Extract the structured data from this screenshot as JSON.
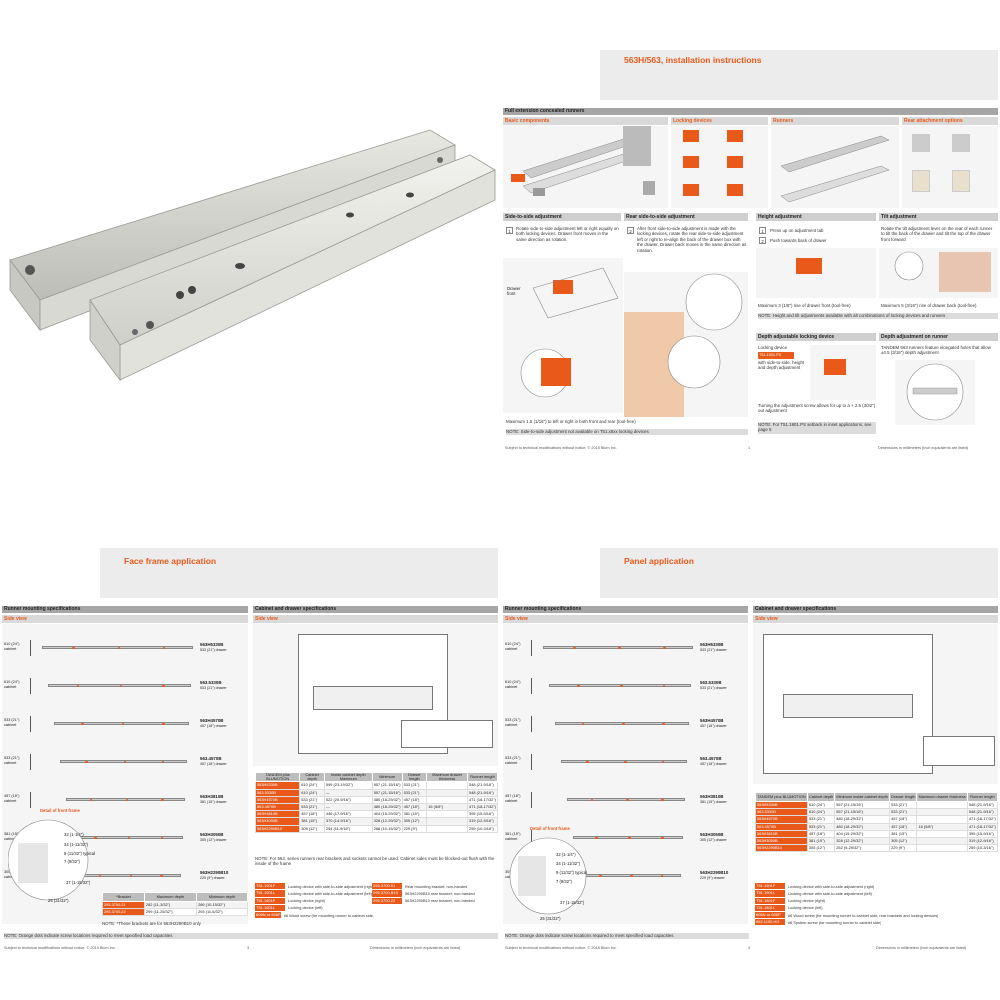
{
  "page1": {
    "title": "563H/563, installation instructions",
    "section": "Full extension concealed runners",
    "sub": {
      "basic": "Basic components",
      "locking": "Locking devices",
      "runners": "Runners",
      "rear": "Rear attachment options"
    },
    "side_adj": {
      "title": "Side-to-side adjustment",
      "step1": "Rotate side-to-side adjustment left or right equally on both locking devices. Drawer front moves in the same direction as rotation.",
      "drawer_front": "Drawer front",
      "max": "Maximum 1.5 (1/16\") to left or right in both front and rear (tool-free)",
      "note": "NOTE: Side-to-side adjustment not available on T51.x8xx locking devices"
    },
    "rear_adj": {
      "title": "Rear side-to-side adjustment",
      "step2": "After front side-to-side adjustment is made with the locking devices, rotate the rear side-to-side adjustment left or right to re-align the back of the drawer box with the drawer. Drawer back moves in the same direction as rotation."
    },
    "height_adj": {
      "title": "Height adjustment",
      "step1": "Press up on adjustment tab",
      "step2": "Push towards back of drawer",
      "max": "Maximum 3 (1/8\") rise of drawer front (tool-free)"
    },
    "tilt_adj": {
      "title": "Tilt adjustment",
      "text": "Rotate the tilt adjustment lever on the rear of each runner to tilt the back of the drawer and tilt the top of the drawer front forward",
      "max": "Maximum 5 (3/16\") rise of drawer back (tool-free)"
    },
    "note_height": "NOTE: Height and tilt adjustments available with all combinations of locking devices and runners",
    "depth_lock": {
      "title": "Depth adjustable locking device",
      "code": "T51.1901.PS",
      "text_a": "Locking device",
      "text_b": "with side-to-side, height and depth adjustment",
      "turn": "Turning the adjustment screw allows for up to a + 2.5 (3/32\") out adjustment",
      "note": "NOTE: For T51.1901.PS setback in inset applications, see page 5"
    },
    "depth_runner": {
      "title": "Depth adjustment on runner",
      "text": "TANDEM 563 runners feature elongated holes that allow ±4.5 (3/16\") depth adjustment"
    },
    "foot_left": "Subject to technical modifications without notice. © 2015 Blum Inc.",
    "page_no": "1",
    "foot_right": "Dimensions in millimeters (inch equivalents are listed)"
  },
  "page3": {
    "title": "Face frame application",
    "left_section": "Runner mounting specifications",
    "right_section": "Cabinet and drawer specifications",
    "side_view": "Side view",
    "models": [
      {
        "code": "563H5330B",
        "desc": "533 (21\") drawer"
      },
      {
        "code": "563.5330B",
        "desc": "533 (21\") drawer"
      },
      {
        "code": "563H4570B",
        "desc": "457 (18\") drawer"
      },
      {
        "code": "563.4570B",
        "desc": "457 (18\") drawer"
      },
      {
        "code": "563H3810B",
        "desc": "381 (15\") drawer"
      },
      {
        "code": "563H3050B",
        "desc": "305 (12\") drawer"
      },
      {
        "code": "563H2290B10",
        "desc": "229 (9\") drawer"
      }
    ],
    "cabinets": [
      "610 (24\") cabinet",
      "610 (24\") cabinet",
      "533 (21\") cabinet",
      "533 (21\") cabinet",
      "457 (18\") cabinet",
      "381 (15\") cabinet",
      "305 (12\") cabinet"
    ],
    "detail_title": "Detail of front frame",
    "detail_dims": [
      "32 (1-1/4\")",
      "34 (1-11/32\")",
      "9 (11/32\") typical",
      "7 (9/32\")",
      "37 (1-15/32\")",
      "25 (31/32\")"
    ],
    "bracket_table": {
      "headers": [
        "*Bracket",
        "Maximum depth",
        "Minimum depth"
      ],
      "rows": [
        [
          "295.3700.21",
          "282 (11-3/32\")",
          "266 (10-15/32\")"
        ],
        [
          "295.3700.22",
          "299 (11-25/32\")",
          "293 (11-5/32\")"
        ]
      ],
      "note": "NOTE: *These brackets are for 563H2290B10 only"
    },
    "spec_table": {
      "headers": [
        "TANDEM plus BLUMOTION",
        "Cabinet depth",
        "Inside cabinet depth Maximum",
        "Minimum",
        "Drawer length",
        "Maximum drawer thickness",
        "Runner length"
      ],
      "rows": [
        [
          "563H5330B",
          "610 (24\")",
          "599 (23-19/32\")",
          "557 (21-15/16\")",
          "533 (21\")",
          "",
          "548 (21-9/16\")"
        ],
        [
          "563.5330B",
          "610 (24\")",
          "—",
          "557 (21-15/16\")",
          "533 (21\")",
          "",
          "548 (21-9/16\")"
        ],
        [
          "563H4570B",
          "533 (21\")",
          "522 (20-9/16\")",
          "480 (18-29/32\")",
          "457 (18\")",
          "",
          "471 (18-17/32\")"
        ],
        [
          "563.4570B",
          "533 (21\")",
          "—",
          "480 (18-29/32\")",
          "457 (18\")",
          "16 (5/8\")",
          "471 (18-17/32\")"
        ],
        [
          "563H3810B",
          "457 (18\")",
          "446 (17-9/16\")",
          "404 (15-29/32\")",
          "381 (15\")",
          "",
          "395 (15-9/16\")"
        ],
        [
          "563H3050B",
          "381 (15\")",
          "370 (14-9/16\")",
          "328 (12-29/32\")",
          "305 (12\")",
          "",
          "319 (12-9/16\")"
        ],
        [
          "563H2290B10",
          "305 (12\")",
          "294 (11-9/16\")",
          "266 (10-15/32\")",
          "229 (9\")",
          "",
          "259 (10-3/16\")"
        ]
      ],
      "note": "NOTE: For 563, series runners rear brackets and sockets cannot be used. Cabinet sides must be blocked-out flush with the inside of the frame"
    },
    "accessories": [
      {
        "code": "T51.1901F",
        "text": "Locking device with side-to-side adjustment (right)"
      },
      {
        "code": "T51.1901L",
        "text": "Locking device with side-to-side adjustment (left)"
      },
      {
        "code": "T51.1801F",
        "text": "Locking device (right)"
      },
      {
        "code": "T51.1801L",
        "text": "Locking device (left)"
      },
      {
        "code": "606N or 606P",
        "text": "#6 Wood screw (for mounting runner to cabinet side, rear brackets and locking devices)"
      }
    ],
    "accessories_right": [
      {
        "code": "295.3700.01",
        "text": "Rear mounting bracket, non-handed"
      },
      {
        "code": "295.3700.B10",
        "text": "563H2290B10 rear bracket, non-handed"
      },
      {
        "code": "295.3700.22",
        "text": "563H2290B10 rear bracket, non-handed"
      }
    ],
    "note_orange": "NOTE: Orange dots indicate screw locations required to meet specified load capacities",
    "foot_left": "Subject to technical modifications without notice. © 2015 Blum Inc.",
    "page_no": "3",
    "foot_right": "Dimensions in millimeters (inch equivalents are listed)"
  },
  "page4": {
    "title": "Panel application",
    "left_section": "Runner mounting specifications",
    "right_section": "Cabinet and drawer specifications",
    "side_view": "Side view",
    "models": [
      {
        "code": "563H5330B",
        "desc": "533 (21\") drawer"
      },
      {
        "code": "563.5330B",
        "desc": "533 (21\") drawer"
      },
      {
        "code": "563H4570B",
        "desc": "457 (18\") drawer"
      },
      {
        "code": "563.4570B",
        "desc": "457 (18\") drawer"
      },
      {
        "code": "563H3810B",
        "desc": "381 (15\") drawer"
      },
      {
        "code": "563H3050B",
        "desc": "305 (12\") drawer"
      },
      {
        "code": "563H2290B10",
        "desc": "229 (9\") drawer"
      }
    ],
    "cabinets": [
      "610 (24\") cabinet",
      "610 (24\") cabinet",
      "533 (21\") cabinet",
      "533 (21\") cabinet",
      "457 (18\") cabinet",
      "381 (15\") cabinet",
      "305 (12\") cabinet"
    ],
    "detail_title": "Detail of front frame",
    "detail_dims": [
      "32 (1-1/4\")",
      "34 (1-11/32\")",
      "9 (11/32\") typical",
      "7 (9/32\")",
      "37 (1-15/32\")",
      "25 (31/32\")"
    ],
    "spec_table": {
      "headers": [
        "TANDEM plus BLUMOTION",
        "Cabinet depth",
        "Minimum inside cabinet depth",
        "Drawer length",
        "Maximum drawer thickness",
        "Runner length"
      ],
      "rows": [
        [
          "563H5330B",
          "610 (24\")",
          "557 (21-15/16\")",
          "533 (21\")",
          "",
          "548 (21-9/16\")"
        ],
        [
          "563.5330B",
          "610 (24\")",
          "557 (21-15/16\")",
          "533 (21\")",
          "",
          "548 (21-9/16\")"
        ],
        [
          "563H4570B",
          "533 (21\")",
          "480 (18-29/32\")",
          "457 (18\")",
          "",
          "471 (18-17/32\")"
        ],
        [
          "563.4570B",
          "533 (21\")",
          "480 (18-29/32\")",
          "457 (18\")",
          "16 (5/8\")",
          "471 (18-17/32\")"
        ],
        [
          "563H3810B",
          "457 (18\")",
          "404 (15-29/32\")",
          "381 (15\")",
          "",
          "395 (15-9/16\")"
        ],
        [
          "563H3050B",
          "381 (15\")",
          "328 (12-29/32\")",
          "305 (12\")",
          "",
          "319 (12-9/16\")"
        ],
        [
          "563H2290B10",
          "305 (12\")",
          "252 (9-29/32\")",
          "229 (9\")",
          "",
          "259 (10-3/16\")"
        ]
      ]
    },
    "accessories": [
      {
        "code": "T51.1901F",
        "text": "Locking device with side-to-side adjustment (right)"
      },
      {
        "code": "T51.1901L",
        "text": "Locking device with side-to-side adjustment (left)"
      },
      {
        "code": "T51.1801F",
        "text": "Locking device (right)"
      },
      {
        "code": "T51.1801L",
        "text": "Locking device (left)"
      },
      {
        "code": "606N or 606P",
        "text": "#6 Wood screw (for mounting runner to cabinet side, rear brackets and locking devices)"
      },
      {
        "code": "662.1150.HG",
        "text": "#6 System screw (for mounting runner to cabinet side)"
      }
    ],
    "note_orange": "NOTE: Orange dots indicate screw locations required to meet specified load capacities",
    "foot_left": "Subject to technical modifications without notice. © 2015 Blum Inc.",
    "page_no": "4",
    "foot_right": "Dimensions in millimeters (inch equivalents are listed)"
  },
  "colors": {
    "accent": "#e8591a",
    "band": "#ececec",
    "header": "#a6a6a6"
  }
}
